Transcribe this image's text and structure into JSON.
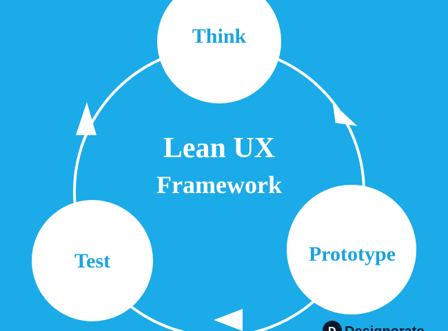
{
  "diagram": {
    "title_line1": "Lean UX",
    "title_line2": "Framework",
    "nodes": [
      {
        "id": "think",
        "label": "Think"
      },
      {
        "id": "prototype",
        "label": "Prototype"
      },
      {
        "id": "test",
        "label": "Test"
      }
    ],
    "colors": {
      "background": "#1aabe8",
      "node_fill": "#ffffff",
      "node_text": "#1aa3e0",
      "ring": "#ffffff"
    }
  },
  "watermark": {
    "text": "Designorate"
  }
}
